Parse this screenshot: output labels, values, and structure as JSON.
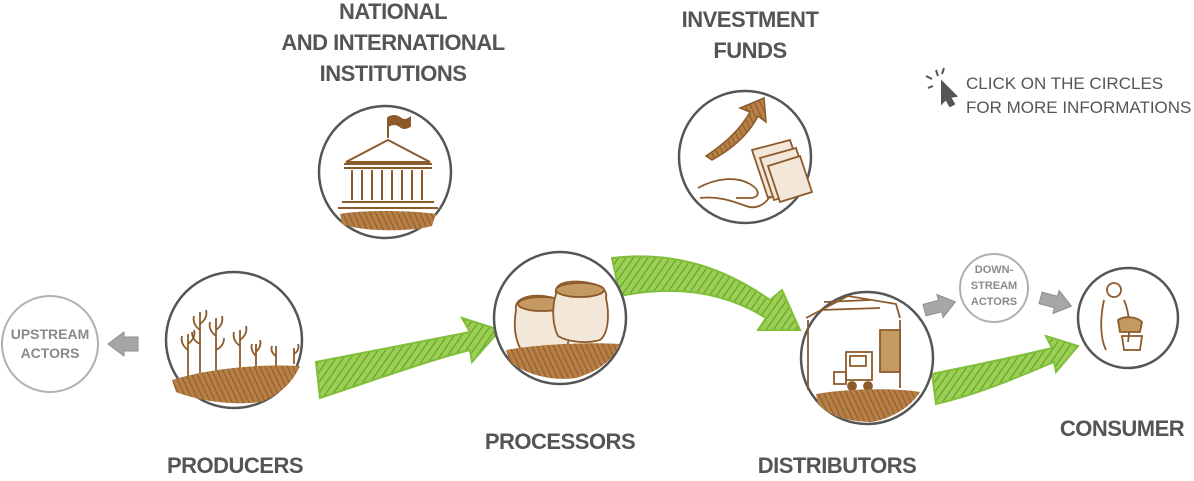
{
  "labels": {
    "institutions_line1": "NATIONAL",
    "institutions_line2": "AND INTERNATIONAL",
    "institutions_line3": "INSTITUTIONS",
    "funds_line1": "INVESTMENT",
    "funds_line2": "FUNDS",
    "producers": "PRODUCERS",
    "processors": "PROCESSORS",
    "distributors": "DISTRIBUTORS",
    "consumer": "CONSUMER",
    "upstream_line1": "UPSTREAM",
    "upstream_line2": "ACTORS",
    "downstream_line1": "DOWN-",
    "downstream_line2": "STREAM",
    "downstream_line3": "ACTORS"
  },
  "hint": {
    "line1": "CLICK ON THE CIRCLES",
    "line2": "FOR MORE INFORMATIONS",
    "icon": "cursor-click-icon"
  },
  "colors": {
    "circle_stroke": "#555555",
    "soil_brown": "#a8743a",
    "sketch_brown": "#8c5a2b",
    "arrow_green": "#8cc63f",
    "arrow_green_dark": "#6aa32a",
    "gray_arrow": "#a6a6a6",
    "small_circle": "#b0b0b0"
  }
}
